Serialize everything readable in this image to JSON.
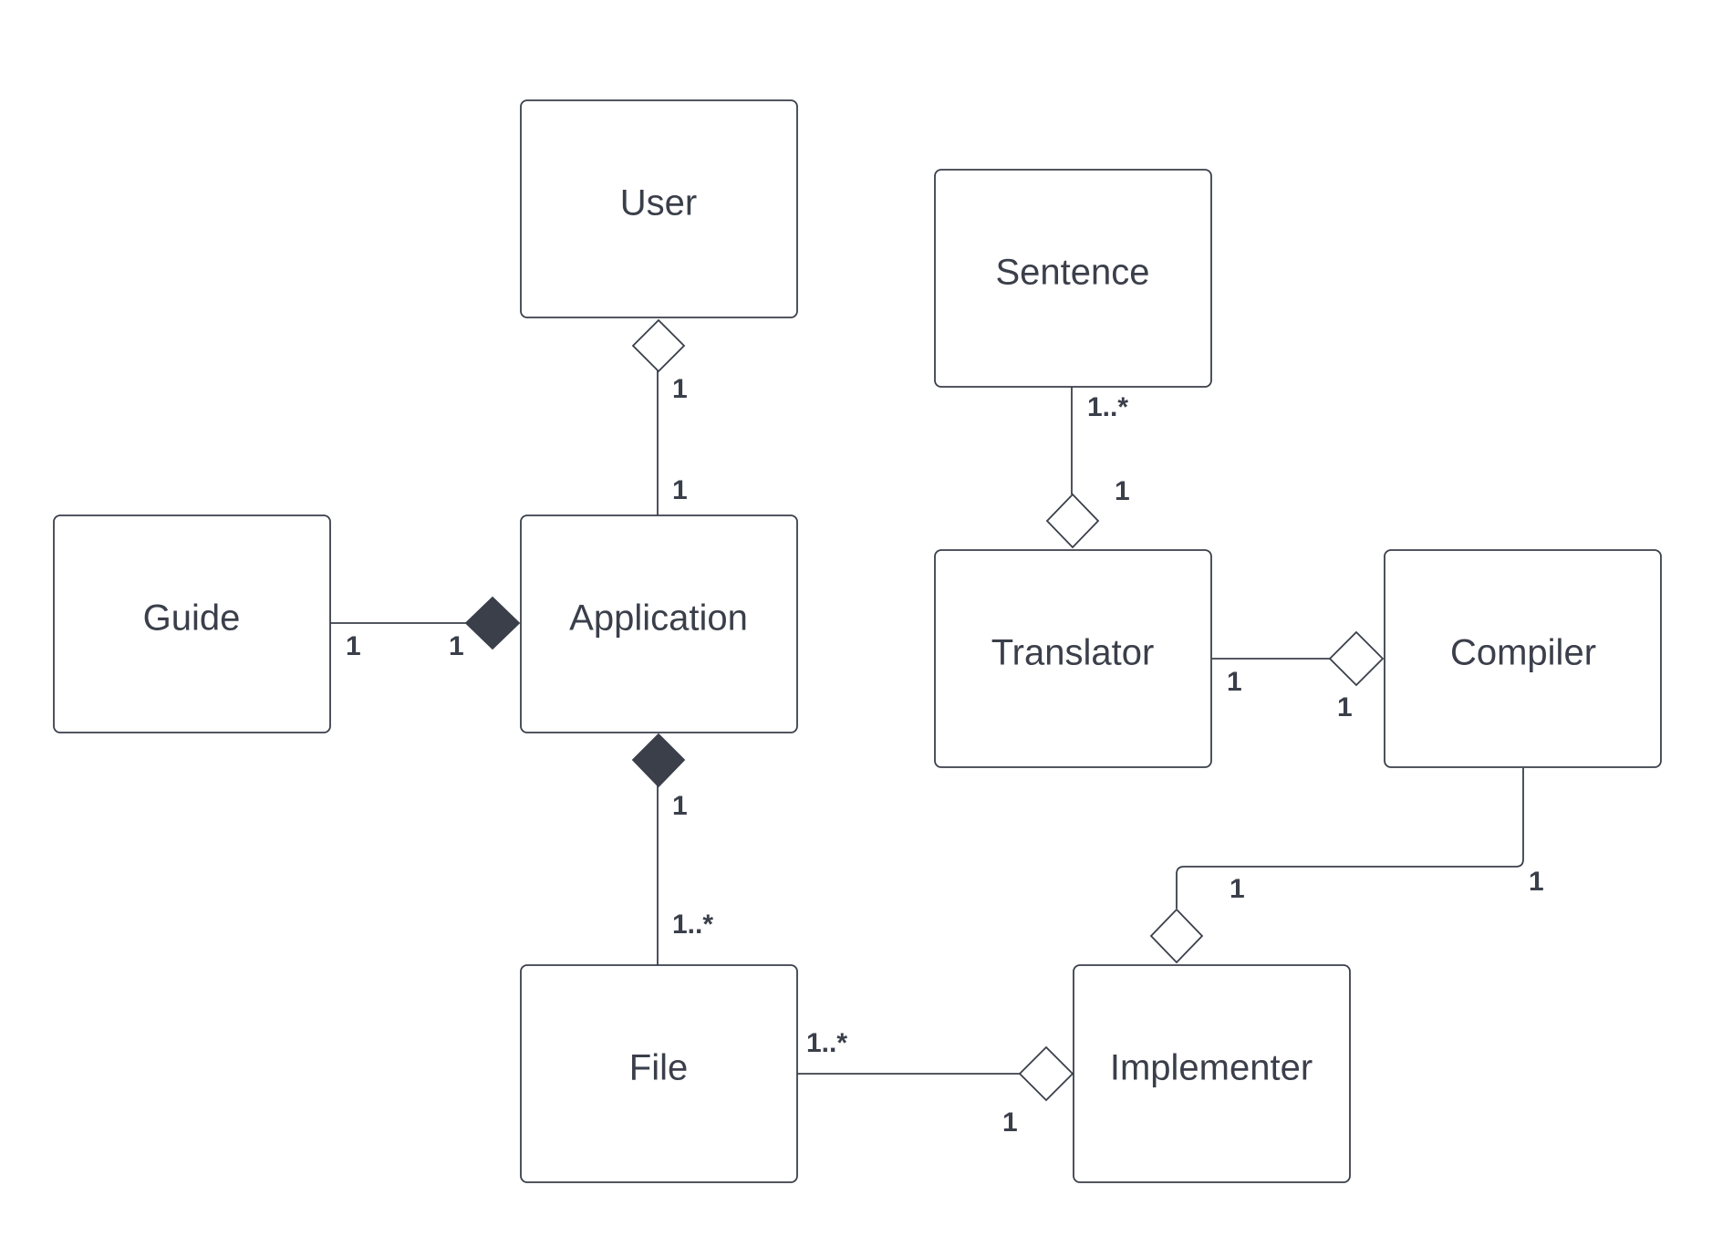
{
  "classes": {
    "user": "User",
    "sentence": "Sentence",
    "guide": "Guide",
    "application": "Application",
    "translator": "Translator",
    "compiler": "Compiler",
    "file": "File",
    "implementer": "Implementer"
  },
  "associations": {
    "user_application": {
      "kind": "aggregation",
      "mult_user": "1",
      "mult_application": "1"
    },
    "sentence_translator": {
      "kind": "aggregation",
      "mult_sentence": "1..*",
      "mult_translator": "1"
    },
    "guide_application": {
      "kind": "composition",
      "mult_guide": "1",
      "mult_application": "1"
    },
    "translator_compiler": {
      "kind": "aggregation",
      "mult_translator": "1",
      "mult_compiler": "1"
    },
    "application_file": {
      "kind": "composition",
      "mult_application": "1",
      "mult_file": "1..*"
    },
    "compiler_implementer": {
      "kind": "aggregation",
      "mult_compiler": "1",
      "mult_implementer": "1"
    },
    "file_implementer": {
      "kind": "aggregation",
      "mult_file": "1..*",
      "mult_implementer": "1"
    }
  },
  "colors": {
    "stroke": "#3a3f4a",
    "background": "#ffffff"
  }
}
